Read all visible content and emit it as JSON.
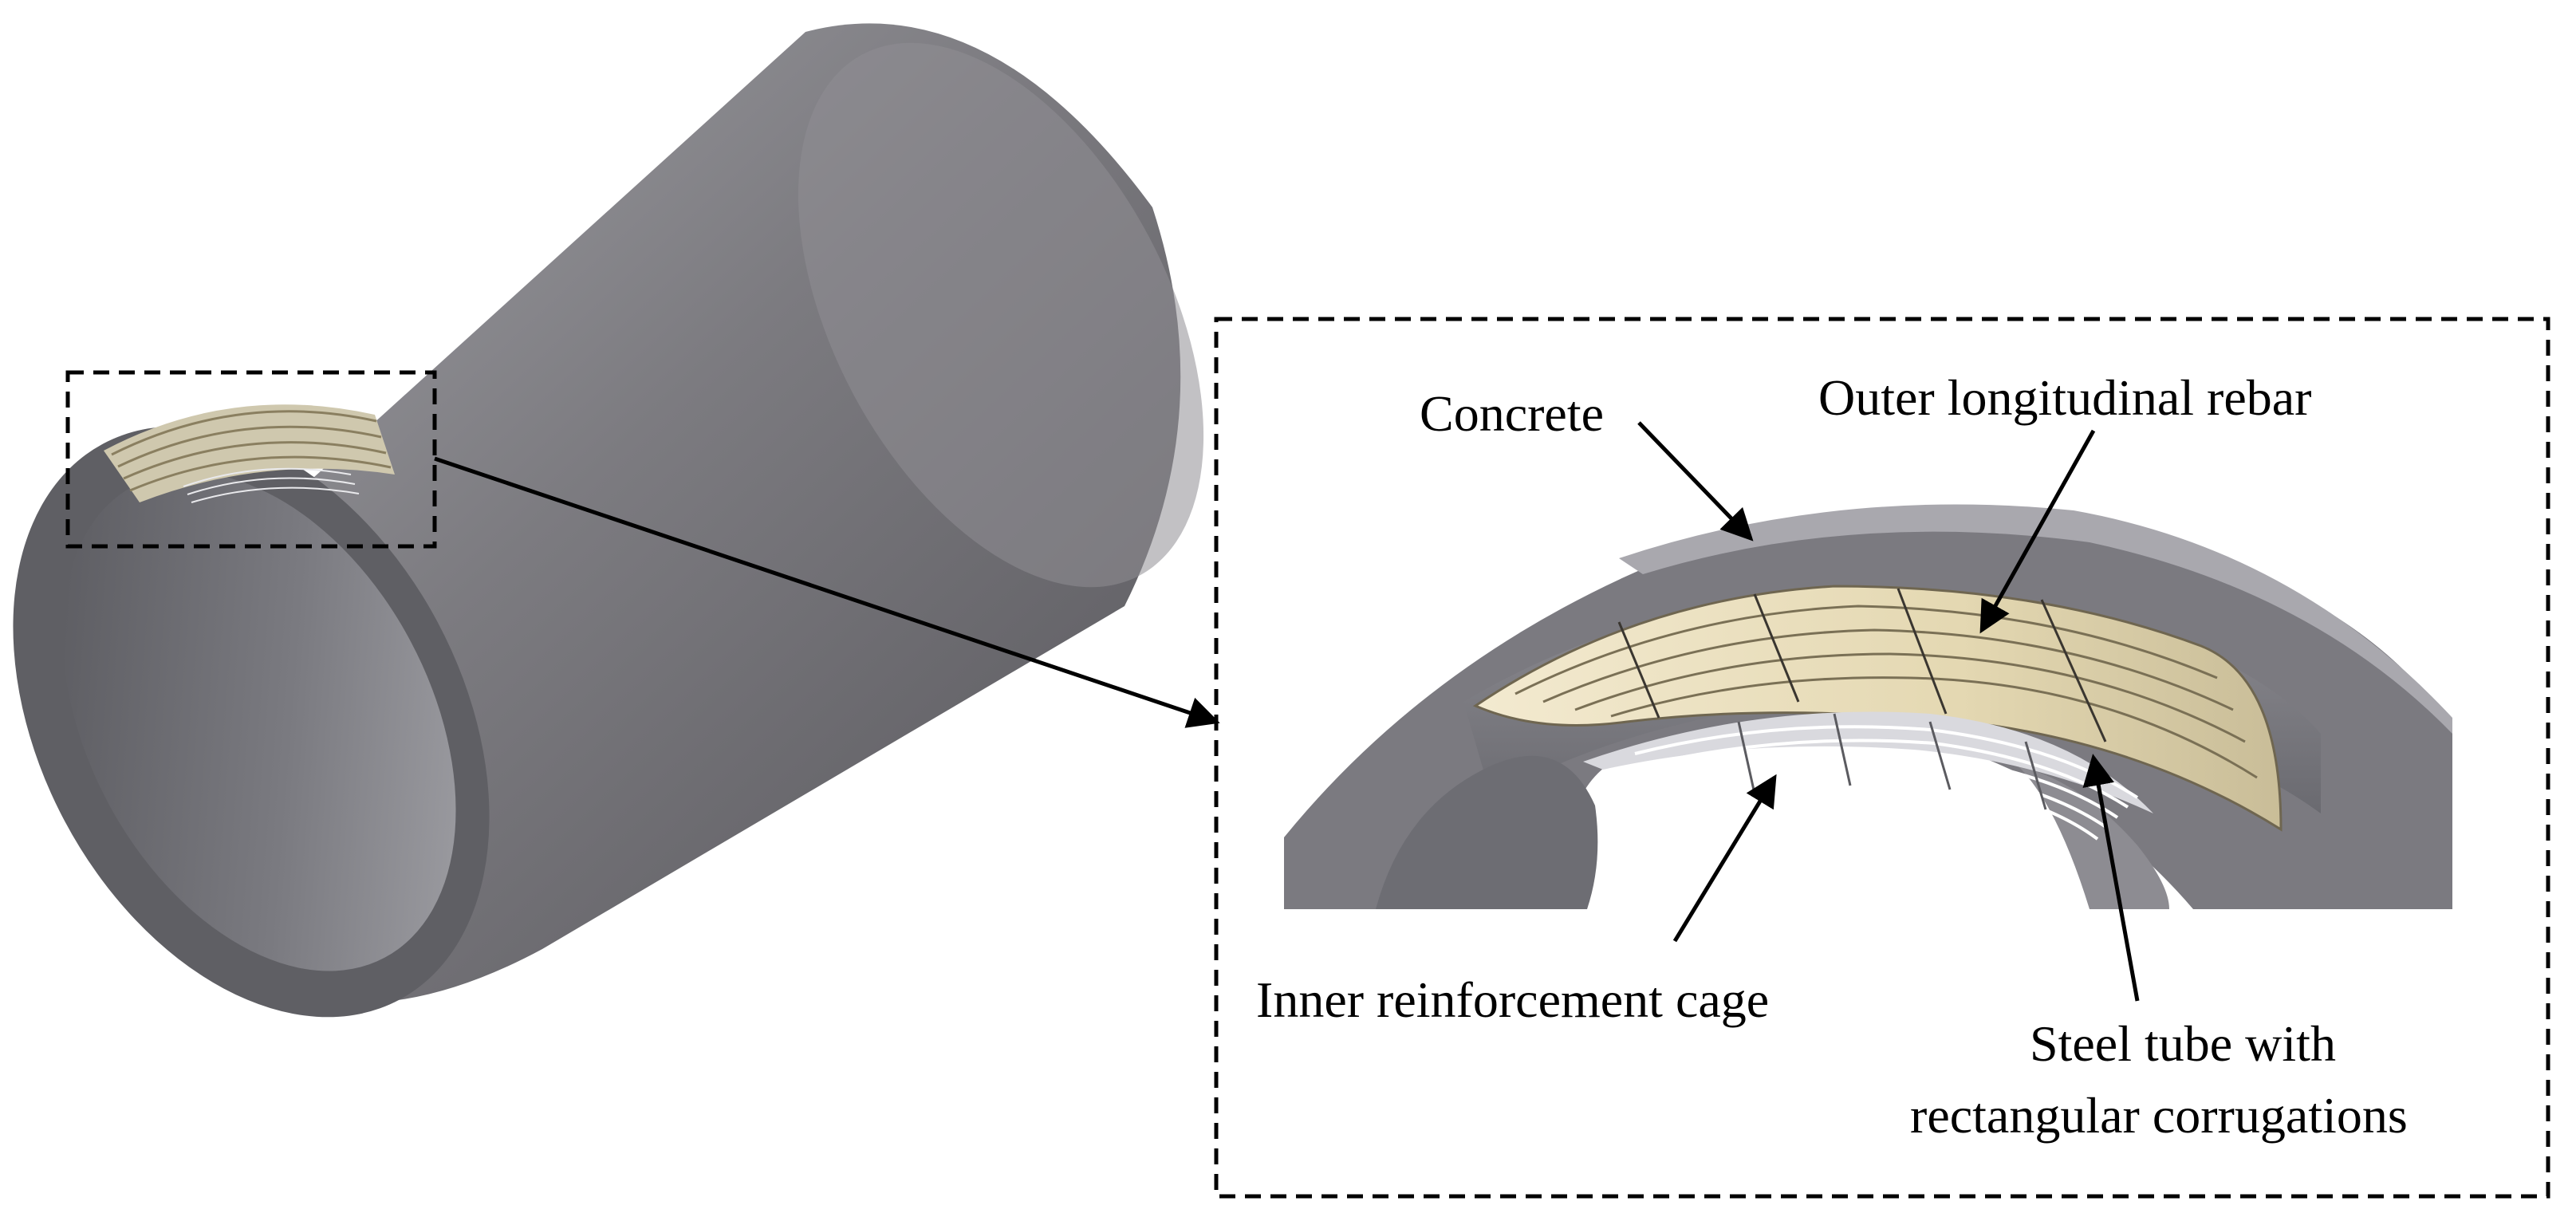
{
  "labels": {
    "concrete": "Concrete",
    "outer_rebar": "Outer longitudinal rebar",
    "inner_cage": "Inner reinforcement cage",
    "steel_tube_line1": "Steel tube with",
    "steel_tube_line2": "rectangular corrugations"
  },
  "colors": {
    "concrete_gray": "#6d6d72",
    "tube_highlight": "#9a999f",
    "rebar": "#e8dcb8",
    "cage": "#ffffff",
    "text": "#000000"
  }
}
